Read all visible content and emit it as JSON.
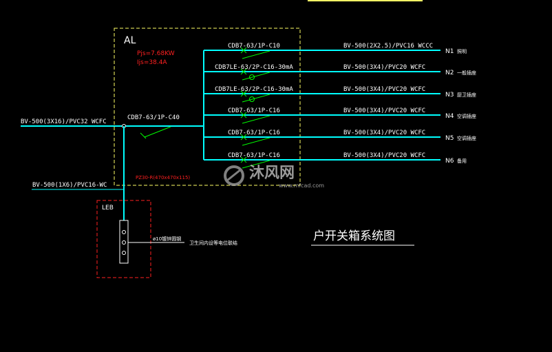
{
  "colors": {
    "background": "#000000",
    "bus": "#00ffff",
    "text": "#ffffff",
    "switch": "#00ff00",
    "box": "#ffff66",
    "red": "#ff2020",
    "watermark": "#aaaaaa"
  },
  "panel": {
    "name": "AL",
    "power": "Pjs=7.68KW",
    "current": "Ijs=38.4A",
    "enclosure": "PZ30-R(470x470x115)"
  },
  "incoming": {
    "cable": "BV-500(3X16)/PVC32 WCFC",
    "breaker": "CDB7-63/1P-C40"
  },
  "earth": {
    "cable": "BV-500(1X6)/PVC16-WC",
    "box": "LEB",
    "conductor": "ø10镀锌圆钢",
    "note": "卫生间内设等电位联结"
  },
  "circuits": [
    {
      "breaker": "CDB7-63/1P-C10",
      "cable": "BV-500(2X2.5)/PVC16 WCCC",
      "id": "N1",
      "load": "照明"
    },
    {
      "breaker": "CDB7LE-63/2P-C16-30mA",
      "cable": "BV-500(3X4)/PVC20 WCFC",
      "id": "N2",
      "load": "一般插座"
    },
    {
      "breaker": "CDB7LE-63/2P-C16-30mA",
      "cable": "BV-500(3X4)/PVC20 WCFC",
      "id": "N3",
      "load": "厨卫插座"
    },
    {
      "breaker": "CDB7-63/1P-C16",
      "cable": "BV-500(3X4)/PVC20 WCFC",
      "id": "N4",
      "load": "空调插座"
    },
    {
      "breaker": "CDB7-63/1P-C16",
      "cable": "BV-500(3X4)/PVC20 WCFC",
      "id": "N5",
      "load": "空调插座"
    },
    {
      "breaker": "CDB7-63/1P-C16",
      "cable": "BV-500(3X4)/PVC20 WCFC",
      "id": "N6",
      "load": "备用"
    }
  ],
  "title": "户开关箱系统图",
  "watermark": {
    "brand": "沐风网",
    "url": "www.mfcad.com"
  }
}
